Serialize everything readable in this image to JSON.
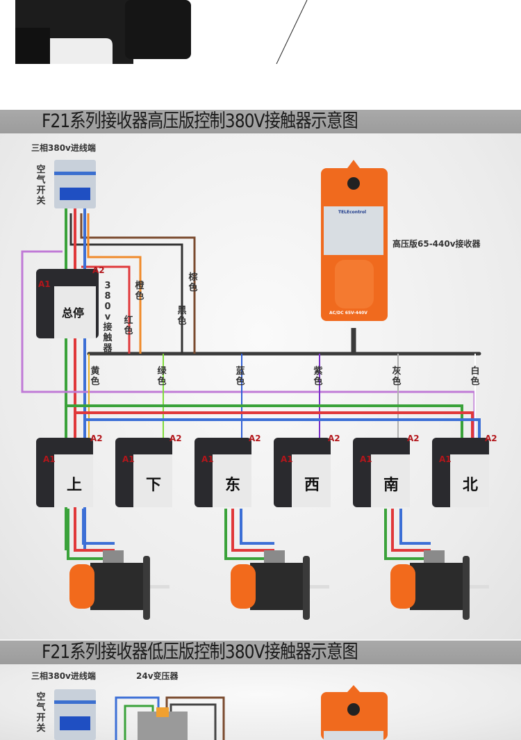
{
  "section_high": {
    "title": "F21系列接收器高压版控制380V接触器示意图",
    "input_label": "三相380v进线端",
    "breaker_label": "空气开关",
    "main_contactor_label": "380v接触器",
    "main_contactor_name": "总停",
    "receiver_label": "高压版65-440v接收器",
    "receiver_brand": "TELEcontrol",
    "receiver_voltage_plate": "AC/DC 65V-440V",
    "coil_a1": "A1",
    "coil_a2": "A2",
    "upper_wires": [
      {
        "label": "橙色",
        "color": "#f08a2a"
      },
      {
        "label": "红色",
        "color": "#e0383a"
      },
      {
        "label": "棕色",
        "color": "#7a4a2e"
      },
      {
        "label": "黑色",
        "color": "#333333"
      }
    ],
    "bus_wires": [
      {
        "label": "黄色",
        "color": "#e7b22a"
      },
      {
        "label": "绿色",
        "color": "#7fdc3a"
      },
      {
        "label": "蓝色",
        "color": "#2f5fd8"
      },
      {
        "label": "紫色",
        "color": "#7a2fc8"
      },
      {
        "label": "灰色",
        "color": "#b0b0b0"
      },
      {
        "label": "白色",
        "color": "#ffffff"
      }
    ],
    "contactors": [
      "上",
      "下",
      "东",
      "西",
      "南",
      "北"
    ],
    "motor_count": 3
  },
  "section_low": {
    "title": "F21系列接收器低压版控制380V接触器示意图",
    "input_label": "三相380v进线端",
    "transformer_label": "24v变压器",
    "breaker_label": "空气开关"
  },
  "colors": {
    "phase_green": "#3aa23a",
    "phase_red": "#e0383a",
    "phase_blue": "#3c6fd6",
    "common_purple": "#c07ad6",
    "receiver_orange": "#f06a1e",
    "banner_gray": "#a3a3a3"
  }
}
